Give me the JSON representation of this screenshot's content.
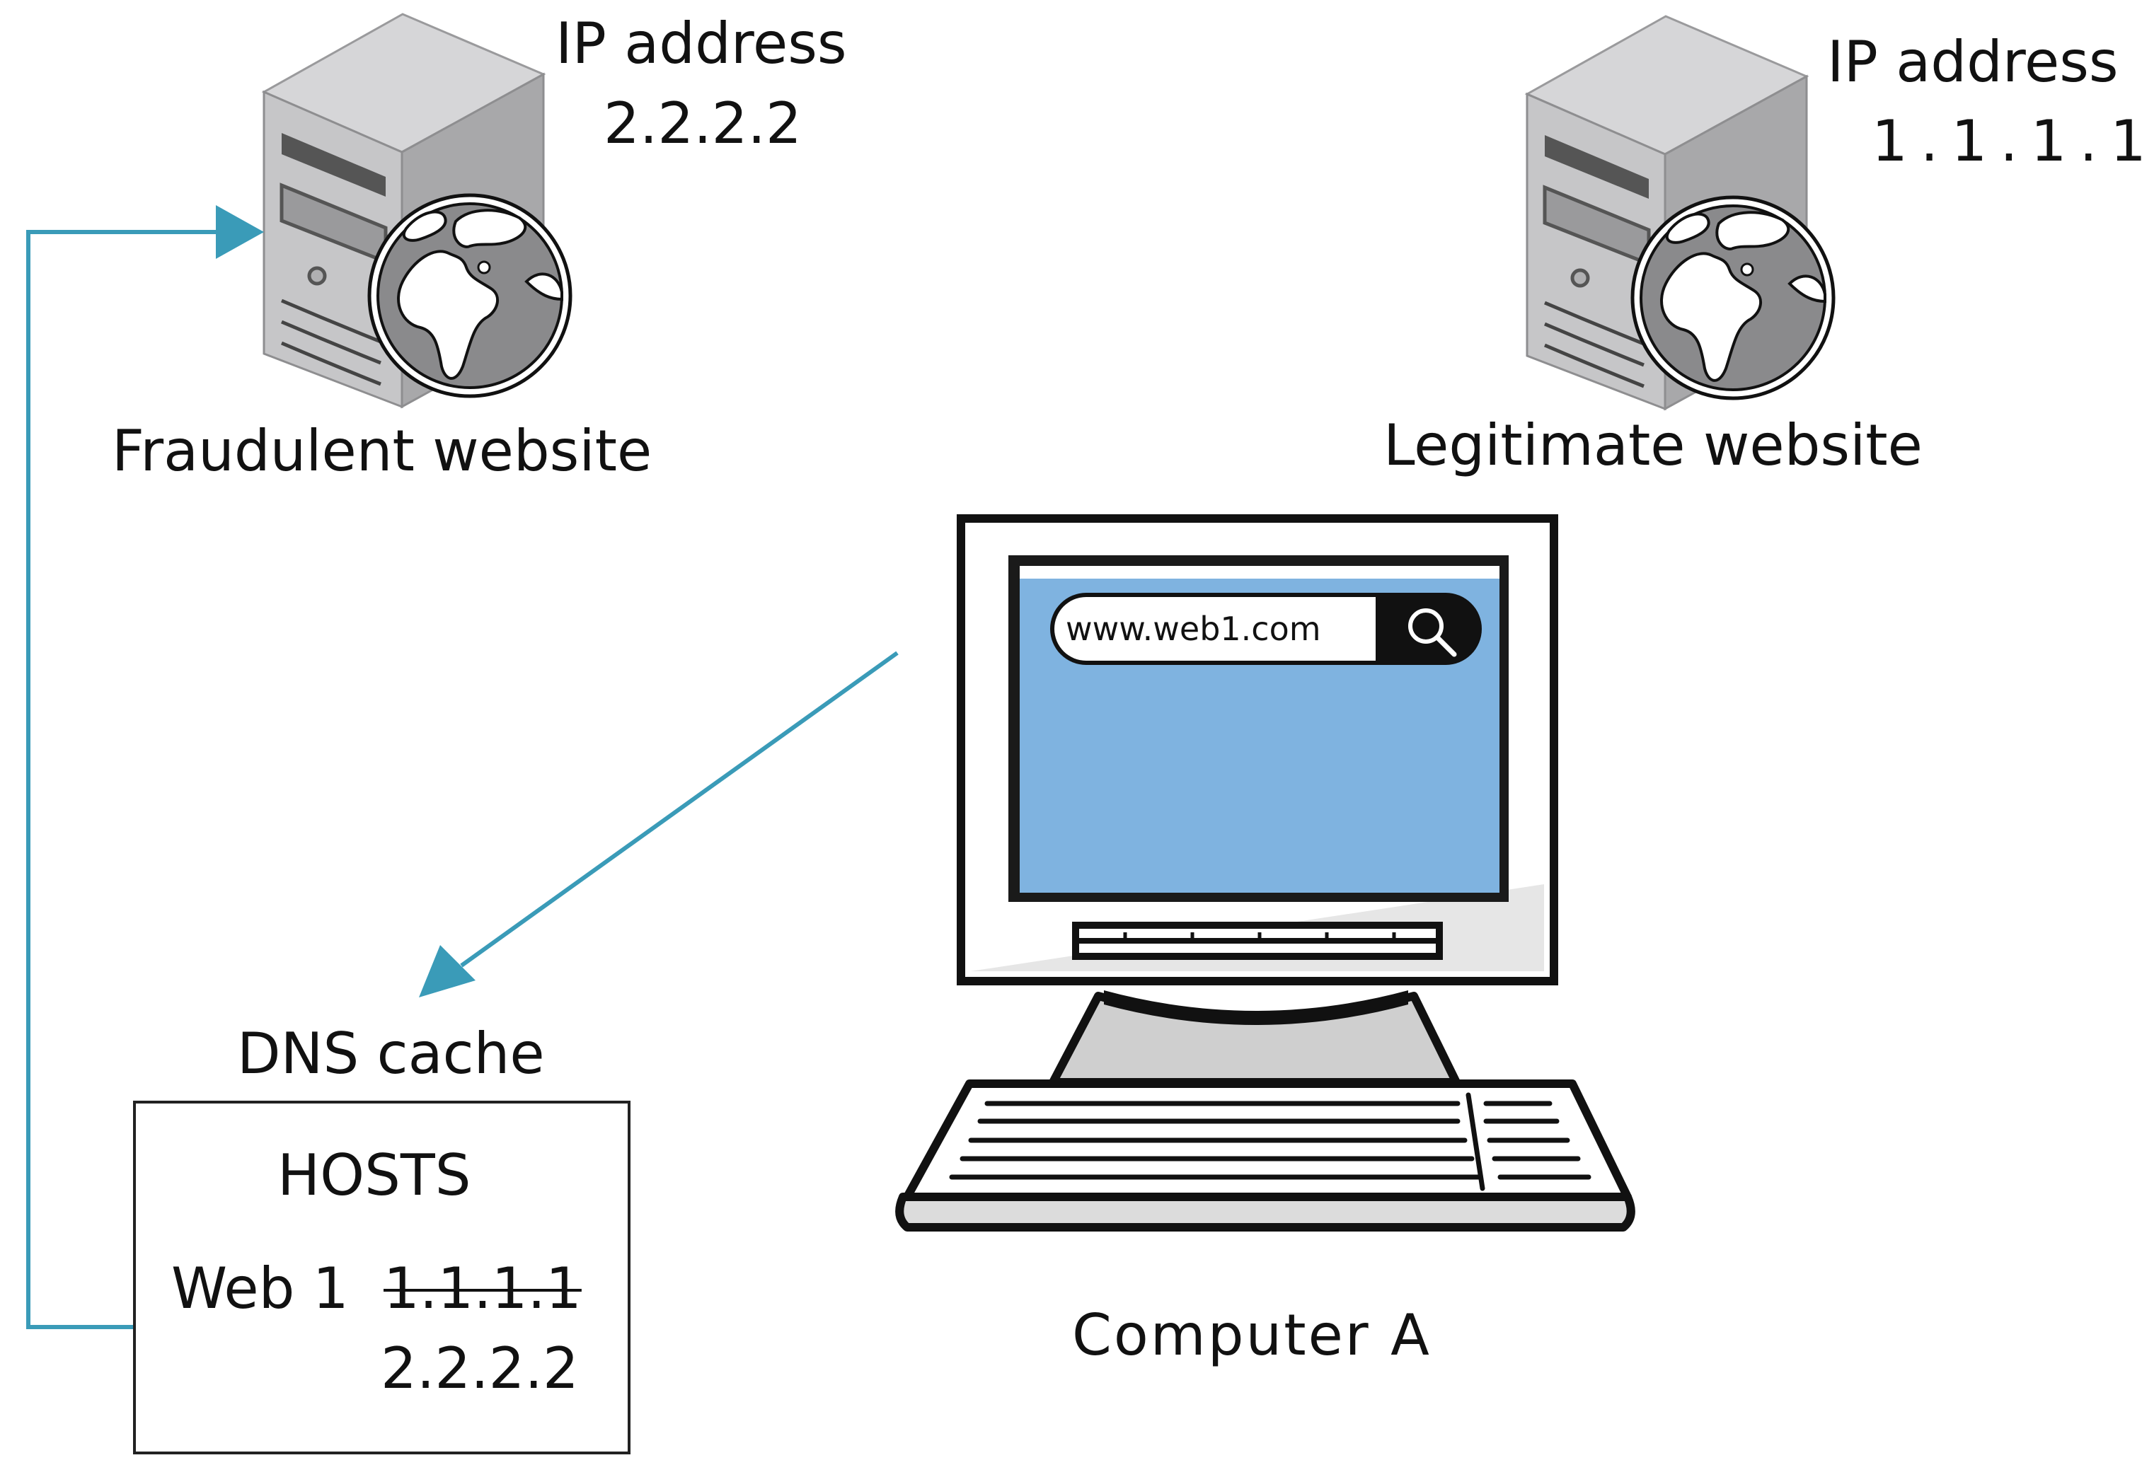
{
  "fraudulent_server": {
    "ip_label": "IP address",
    "ip_value": "2.2.2.2",
    "caption": "Fraudulent website"
  },
  "legitimate_server": {
    "ip_label": "IP address",
    "ip_value": "1.1.1.1",
    "caption": "Legitimate website"
  },
  "computer": {
    "caption": "Computer A",
    "browser_url": "www.web1.com",
    "search_icon": "magnifier-icon",
    "screen_color": "#7fb3e0"
  },
  "dns_cache": {
    "title": "DNS cache",
    "hosts_title": "HOSTS",
    "entry_name": "Web 1",
    "old_ip": "1.1.1.1",
    "new_ip": "2.2.2.2"
  },
  "colors": {
    "arrow": "#3a9bb8",
    "server_body": "#c4c4c6",
    "server_side": "#a8a8aa",
    "globe_land": "#ffffff",
    "globe_sea": "#8a8a8c"
  }
}
